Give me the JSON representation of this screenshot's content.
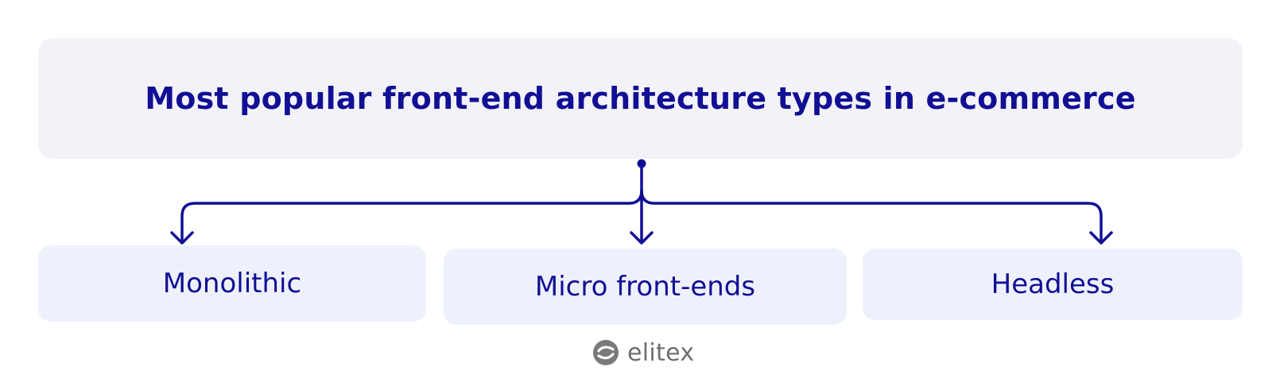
{
  "title": "Most popular front-end architecture types in e-commerce",
  "nodes": [
    {
      "label": "Monolithic"
    },
    {
      "label": "Micro front-ends"
    },
    {
      "label": "Headless"
    }
  ],
  "logo": {
    "text": "elitex"
  },
  "colors": {
    "primary": "#110f94",
    "title_bg": "#f2f2f8",
    "node_bg": "#eef1fc",
    "logo_gray": "#6f6f6f"
  }
}
